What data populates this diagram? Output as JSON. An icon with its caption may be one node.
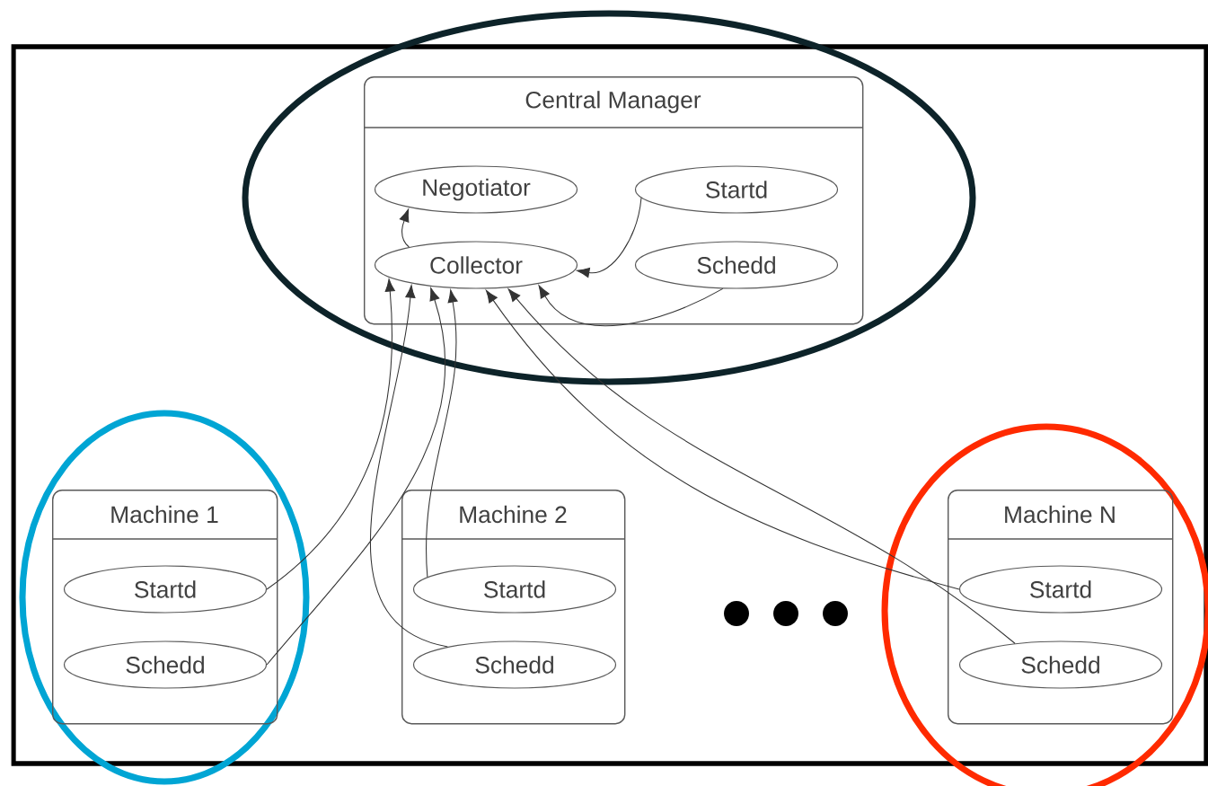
{
  "diagram": {
    "nodes": [
      {
        "text": [
          "Central Manager"
        ]
      },
      {
        "text": [
          "Negotiator"
        ],
        "in": 0
      },
      {
        "text": [
          "Startd"
        ],
        "in": 0
      },
      {
        "text": [
          "Collector"
        ],
        "in": 0
      },
      {
        "text": [
          "Schedd"
        ],
        "in": 0
      },
      {
        "text": [
          "Machine 1"
        ]
      },
      {
        "text": [
          "Startd"
        ],
        "in": 5
      },
      {
        "text": [
          "Schedd"
        ],
        "in": 5
      },
      {
        "text": [
          "Machine 2"
        ]
      },
      {
        "text": [
          "Startd"
        ],
        "in": 8
      },
      {
        "text": [
          "Schedd"
        ],
        "in": 8
      },
      {
        "text": [
          "Machine N"
        ]
      },
      {
        "text": [
          "Startd"
        ],
        "in": 11
      },
      {
        "text": [
          "Schedd"
        ],
        "in": 11
      }
    ],
    "edges": [
      {
        "from": 3,
        "to": 1,
        "arrow": "to"
      },
      {
        "from": 2,
        "to": 3,
        "arrow": "to"
      },
      {
        "from": 4,
        "to": 3,
        "arrow": "to"
      },
      {
        "from": 6,
        "to": 3,
        "arrow": "to"
      },
      {
        "from": 7,
        "to": 3,
        "arrow": "to"
      },
      {
        "from": 9,
        "to": 3,
        "arrow": "to"
      },
      {
        "from": 10,
        "to": 3,
        "arrow": "to"
      },
      {
        "from": 12,
        "to": 3,
        "arrow": "to"
      },
      {
        "from": 13,
        "to": 3,
        "arrow": "to"
      }
    ]
  }
}
